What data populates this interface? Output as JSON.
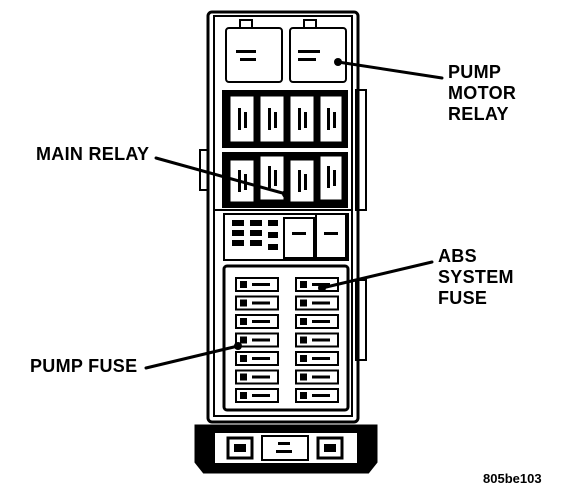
{
  "callouts": {
    "pump_motor_relay": [
      "PUMP",
      "MOTOR",
      "RELAY"
    ],
    "main_relay": [
      "MAIN RELAY"
    ],
    "abs_system_fuse": [
      "ABS",
      "SYSTEM",
      "FUSE"
    ],
    "pump_fuse": [
      "PUMP FUSE"
    ]
  },
  "figure_id": "805be103",
  "colors": {
    "ink": "#000000",
    "paper": "#ffffff"
  }
}
